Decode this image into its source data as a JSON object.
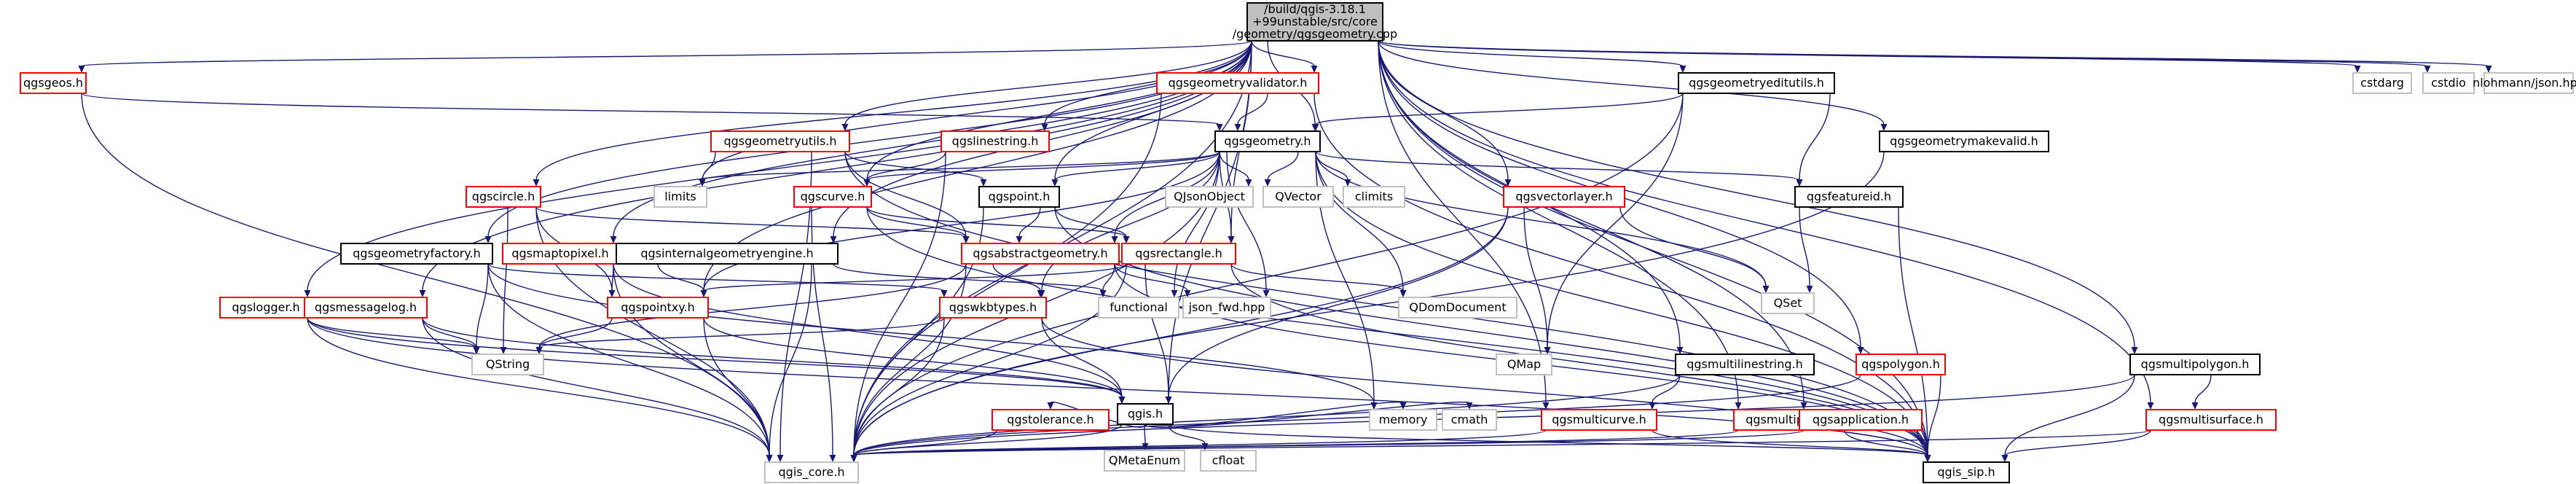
{
  "colors": {
    "root_fill": "#bfbfbf",
    "root_border": "#000000",
    "documented_border": "#000000",
    "truncated_border": "#ff0000",
    "external_border": "#bfbfbf",
    "edge": "#191970",
    "label": "#000000"
  },
  "nodes": [
    {
      "id": "root",
      "kind": "root",
      "lines": [
        "/build/qgis-3.18.1",
        "+99unstable/src/core",
        "/geometry/qgsgeometry.cpp"
      ]
    },
    {
      "id": "qgsgeos",
      "kind": "truncated",
      "lines": [
        "qgsgeos.h"
      ]
    },
    {
      "id": "qgsgeometryvalidator",
      "kind": "truncated",
      "lines": [
        "qgsgeometryvalidator.h"
      ]
    },
    {
      "id": "qgsgeometryeditutils",
      "kind": "documented",
      "lines": [
        "qgsgeometryeditutils.h"
      ]
    },
    {
      "id": "cstdarg",
      "kind": "external",
      "lines": [
        "cstdarg"
      ]
    },
    {
      "id": "cstdio",
      "kind": "external",
      "lines": [
        "cstdio"
      ]
    },
    {
      "id": "json",
      "kind": "external",
      "lines": [
        "nlohmann/json.hpp"
      ]
    },
    {
      "id": "qgsgeometryutils",
      "kind": "truncated",
      "lines": [
        "qgsgeometryutils.h"
      ]
    },
    {
      "id": "qgslinestring",
      "kind": "truncated",
      "lines": [
        "qgslinestring.h"
      ]
    },
    {
      "id": "qgsgeometry",
      "kind": "documented",
      "lines": [
        "qgsgeometry.h"
      ]
    },
    {
      "id": "qgsgeometrymakevalid",
      "kind": "documented",
      "lines": [
        "qgsgeometrymakevalid.h"
      ]
    },
    {
      "id": "qgscircle",
      "kind": "truncated",
      "lines": [
        "qgscircle.h"
      ]
    },
    {
      "id": "limits",
      "kind": "external",
      "lines": [
        "limits"
      ]
    },
    {
      "id": "qgscurve",
      "kind": "truncated",
      "lines": [
        "qgscurve.h"
      ]
    },
    {
      "id": "qgspoint",
      "kind": "documented",
      "lines": [
        "qgspoint.h"
      ]
    },
    {
      "id": "qjsonobject",
      "kind": "external",
      "lines": [
        "QJsonObject"
      ]
    },
    {
      "id": "qvector",
      "kind": "external",
      "lines": [
        "QVector"
      ]
    },
    {
      "id": "climits",
      "kind": "external",
      "lines": [
        "climits"
      ]
    },
    {
      "id": "qgsvectorlayer",
      "kind": "truncated",
      "lines": [
        "qgsvectorlayer.h"
      ]
    },
    {
      "id": "qgsfeatureid",
      "kind": "documented",
      "lines": [
        "qgsfeatureid.h"
      ]
    },
    {
      "id": "qgsgeometryfactory",
      "kind": "documented",
      "lines": [
        "qgsgeometryfactory.h"
      ]
    },
    {
      "id": "qgsmaptopixel",
      "kind": "truncated",
      "lines": [
        "qgsmaptopixel.h"
      ]
    },
    {
      "id": "qgsinternalgeometryengine",
      "kind": "documented",
      "lines": [
        "qgsinternalgeometryengine.h"
      ]
    },
    {
      "id": "qgsabstractgeometry",
      "kind": "truncated",
      "lines": [
        "qgsabstractgeometry.h"
      ]
    },
    {
      "id": "qgsrectangle",
      "kind": "truncated",
      "lines": [
        "qgsrectangle.h"
      ]
    },
    {
      "id": "qset",
      "kind": "external",
      "lines": [
        "QSet"
      ]
    },
    {
      "id": "qgslogger",
      "kind": "truncated",
      "lines": [
        "qgslogger.h"
      ]
    },
    {
      "id": "qgsmessagelog",
      "kind": "truncated",
      "lines": [
        "qgsmessagelog.h"
      ]
    },
    {
      "id": "qgspointxy",
      "kind": "truncated",
      "lines": [
        "qgspointxy.h"
      ]
    },
    {
      "id": "qgswkbtypes",
      "kind": "truncated",
      "lines": [
        "qgswkbtypes.h"
      ]
    },
    {
      "id": "functional",
      "kind": "external",
      "lines": [
        "functional"
      ]
    },
    {
      "id": "json_fwd",
      "kind": "external",
      "lines": [
        "json_fwd.hpp"
      ]
    },
    {
      "id": "qdomdocument",
      "kind": "external",
      "lines": [
        "QDomDocument"
      ]
    },
    {
      "id": "qmap",
      "kind": "external",
      "lines": [
        "QMap"
      ]
    },
    {
      "id": "qgsmultilinestring",
      "kind": "documented",
      "lines": [
        "qgsmultilinestring.h"
      ]
    },
    {
      "id": "qgspolygon",
      "kind": "truncated",
      "lines": [
        "qgspolygon.h"
      ]
    },
    {
      "id": "qgsmultipolygon",
      "kind": "documented",
      "lines": [
        "qgsmultipolygon.h"
      ]
    },
    {
      "id": "qstring",
      "kind": "external",
      "lines": [
        "QString"
      ]
    },
    {
      "id": "qgis",
      "kind": "documented",
      "lines": [
        "qgis.h"
      ]
    },
    {
      "id": "memory",
      "kind": "external",
      "lines": [
        "memory"
      ]
    },
    {
      "id": "cmath",
      "kind": "external",
      "lines": [
        "cmath"
      ]
    },
    {
      "id": "qgsmulticurve",
      "kind": "truncated",
      "lines": [
        "qgsmulticurve.h"
      ]
    },
    {
      "id": "qgsmultipoint",
      "kind": "truncated",
      "lines": [
        "qgsmultipoint.h"
      ]
    },
    {
      "id": "qgsapplication",
      "kind": "truncated",
      "lines": [
        "qgsapplication.h"
      ]
    },
    {
      "id": "qgsmultisurface",
      "kind": "truncated",
      "lines": [
        "qgsmultisurface.h"
      ]
    },
    {
      "id": "qgstolerance",
      "kind": "truncated",
      "lines": [
        "qgstolerance.h"
      ]
    },
    {
      "id": "qmetaenum",
      "kind": "external",
      "lines": [
        "QMetaEnum"
      ]
    },
    {
      "id": "cfloat",
      "kind": "external",
      "lines": [
        "cfloat"
      ]
    },
    {
      "id": "qgis_core",
      "kind": "external",
      "lines": [
        "qgis_core.h"
      ]
    },
    {
      "id": "qgis_sip",
      "kind": "documented",
      "lines": [
        "qgis_sip.h"
      ]
    }
  ],
  "edges": [
    [
      "root",
      "qgsgeos"
    ],
    [
      "root",
      "qgsgeometryvalidator"
    ],
    [
      "root",
      "qgsgeometryeditutils"
    ],
    [
      "root",
      "cstdarg"
    ],
    [
      "root",
      "cstdio"
    ],
    [
      "root",
      "json"
    ],
    [
      "root",
      "qgsgeometry"
    ],
    [
      "root",
      "qgsgeometryutils"
    ],
    [
      "root",
      "qgslinestring"
    ],
    [
      "root",
      "qgscircle"
    ],
    [
      "root",
      "limits"
    ],
    [
      "root",
      "qgscurve"
    ],
    [
      "root",
      "qgspoint"
    ],
    [
      "root",
      "qgsvectorlayer"
    ],
    [
      "root",
      "qgsgeometrymakevalid"
    ],
    [
      "root",
      "qgsgeometryfactory"
    ],
    [
      "root",
      "qgsmaptopixel"
    ],
    [
      "root",
      "qgsinternalgeometryengine"
    ],
    [
      "root",
      "qgsrectangle"
    ],
    [
      "root",
      "qgslogger"
    ],
    [
      "root",
      "qgsmessagelog"
    ],
    [
      "root",
      "qgspointxy"
    ],
    [
      "root",
      "qgis"
    ],
    [
      "root",
      "qgsmultilinestring"
    ],
    [
      "root",
      "qgspolygon"
    ],
    [
      "root",
      "qgsmultipolygon"
    ],
    [
      "root",
      "qgsmultipoint"
    ],
    [
      "root",
      "qgsapplication"
    ],
    [
      "root",
      "qgsmultisurface"
    ],
    [
      "root",
      "qgsmulticurve"
    ],
    [
      "root",
      "qgis_core"
    ],
    [
      "root",
      "qgis_sip"
    ],
    [
      "qgsgeos",
      "qgsgeometry"
    ],
    [
      "qgsgeos",
      "qgis_core"
    ],
    [
      "qgsgeometryvalidator",
      "qgsgeometry"
    ],
    [
      "qgsgeometryvalidator",
      "qgis_core"
    ],
    [
      "qgsgeometryvalidator",
      "qgis_sip"
    ],
    [
      "qgsgeometryeditutils",
      "qgsgeometry"
    ],
    [
      "qgsgeometryeditutils",
      "qgsfeatureid"
    ],
    [
      "qgsgeometryeditutils",
      "qmap"
    ],
    [
      "qgsgeometryeditutils",
      "qgis_core"
    ],
    [
      "qgsgeometryutils",
      "qgspoint"
    ],
    [
      "qgsgeometryutils",
      "qgsabstractgeometry"
    ],
    [
      "qgsgeometryutils",
      "limits"
    ],
    [
      "qgsgeometryutils",
      "qgis_core"
    ],
    [
      "qgsgeometryutils",
      "qgis_sip"
    ],
    [
      "qgslinestring",
      "qgscurve"
    ],
    [
      "qgslinestring",
      "qgis_core"
    ],
    [
      "qgsgeometry",
      "qgsabstractgeometry"
    ],
    [
      "qgsgeometry",
      "qgsfeatureid"
    ],
    [
      "qgsgeometry",
      "qgspoint"
    ],
    [
      "qgsgeometry",
      "qgspointxy"
    ],
    [
      "qgsgeometry",
      "qgsrectangle"
    ],
    [
      "qgsgeometry",
      "qgis_core"
    ],
    [
      "qgsgeometry",
      "qgis_sip"
    ],
    [
      "qgsgeometry",
      "qgswkbtypes"
    ],
    [
      "qgsgeometry",
      "qjsonobject"
    ],
    [
      "qgsgeometry",
      "qvector"
    ],
    [
      "qgsgeometry",
      "climits"
    ],
    [
      "qgsgeometry",
      "limits"
    ],
    [
      "qgsgeometry",
      "qdomdocument"
    ],
    [
      "qgsgeometry",
      "qset"
    ],
    [
      "qgsgeometry",
      "memory"
    ],
    [
      "qgsgeometry",
      "functional"
    ],
    [
      "qgsgeometry",
      "json_fwd"
    ],
    [
      "qgsgeometry",
      "qgscurve"
    ],
    [
      "qgsgeometrymakevalid",
      "qgis_core"
    ],
    [
      "qgscircle",
      "qgsabstractgeometry"
    ],
    [
      "qgscircle",
      "qgspointxy"
    ],
    [
      "qgscircle",
      "qgis_core"
    ],
    [
      "qgscircle",
      "qstring"
    ],
    [
      "qgscurve",
      "qgsabstractgeometry"
    ],
    [
      "qgscurve",
      "qgsrectangle"
    ],
    [
      "qgscurve",
      "qgis_core"
    ],
    [
      "qgscurve",
      "qgis_sip"
    ],
    [
      "qgspoint",
      "qgsabstractgeometry"
    ],
    [
      "qgspoint",
      "qgsrectangle"
    ],
    [
      "qgspoint",
      "qgis_core"
    ],
    [
      "qgspoint",
      "qgis_sip"
    ],
    [
      "qgsvectorlayer",
      "qset"
    ],
    [
      "qgsvectorlayer",
      "qmap"
    ],
    [
      "qgsvectorlayer",
      "qgis"
    ],
    [
      "qgsvectorlayer",
      "qgis_core"
    ],
    [
      "qgsfeatureid",
      "qset"
    ],
    [
      "qgsfeatureid",
      "qgis_sip"
    ],
    [
      "qgsgeometryfactory",
      "qgswkbtypes"
    ],
    [
      "qgsgeometryfactory",
      "qstring"
    ],
    [
      "qgsgeometryfactory",
      "memory"
    ],
    [
      "qgsgeometryfactory",
      "qgis_core"
    ],
    [
      "qgsmaptopixel",
      "qgspointxy"
    ],
    [
      "qgsmaptopixel",
      "qgis"
    ],
    [
      "qgsmaptopixel",
      "qgis_core"
    ],
    [
      "qgsinternalgeometryengine",
      "qgspointxy"
    ],
    [
      "qgsinternalgeometryengine",
      "qgis_core"
    ],
    [
      "qgsinternalgeometryengine",
      "functional"
    ],
    [
      "qgsabstractgeometry",
      "qgswkbtypes"
    ],
    [
      "qgsabstractgeometry",
      "qstring"
    ],
    [
      "qgsabstractgeometry",
      "functional"
    ],
    [
      "qgsabstractgeometry",
      "json_fwd"
    ],
    [
      "qgsabstractgeometry",
      "qgis_core"
    ],
    [
      "qgsabstractgeometry",
      "qgis_sip"
    ],
    [
      "qgsrectangle",
      "qgspointxy"
    ],
    [
      "qgsrectangle",
      "qgis"
    ],
    [
      "qgsrectangle",
      "qdomdocument"
    ],
    [
      "qgsrectangle",
      "qgis_core"
    ],
    [
      "qgsrectangle",
      "qgis_sip"
    ],
    [
      "qgslogger",
      "qstring"
    ],
    [
      "qgslogger",
      "qgis"
    ],
    [
      "qgslogger",
      "qgis_core"
    ],
    [
      "qgslogger",
      "qgis_sip"
    ],
    [
      "qgsmessagelog",
      "qstring"
    ],
    [
      "qgsmessagelog",
      "qgis"
    ],
    [
      "qgsmessagelog",
      "qgis_core"
    ],
    [
      "qgspointxy",
      "qstring"
    ],
    [
      "qgspointxy",
      "qgis"
    ],
    [
      "qgspointxy",
      "qgis_core"
    ],
    [
      "qgswkbtypes",
      "qstring"
    ],
    [
      "qgswkbtypes",
      "qgis"
    ],
    [
      "qgswkbtypes",
      "qgis_core"
    ],
    [
      "qgswkbtypes",
      "qgis_sip"
    ],
    [
      "qgis",
      "qgstolerance"
    ],
    [
      "qgis",
      "qmetaenum"
    ],
    [
      "qgis",
      "cfloat"
    ],
    [
      "qgis",
      "memory"
    ],
    [
      "qgis",
      "cmath"
    ],
    [
      "qgis",
      "qgis_core"
    ],
    [
      "qgis",
      "qgis_sip"
    ],
    [
      "qgsmultilinestring",
      "qgsmulticurve"
    ],
    [
      "qgsmultilinestring",
      "qgis_core"
    ],
    [
      "qgspolygon",
      "qgis_core"
    ],
    [
      "qgspolygon",
      "qgis_sip"
    ],
    [
      "qgsmultipolygon",
      "qgsmultisurface"
    ],
    [
      "qgsmultipolygon",
      "qgis_core"
    ],
    [
      "qgsmultipolygon",
      "qgis_sip"
    ],
    [
      "qgsmulticurve",
      "qgis_core"
    ],
    [
      "qgsmulticurve",
      "qgis_sip"
    ],
    [
      "qgsmultipoint",
      "qgis_core"
    ],
    [
      "qgsmultipoint",
      "qgis_sip"
    ],
    [
      "qgsapplication",
      "qgis_core"
    ],
    [
      "qgsapplication",
      "qgis_sip"
    ],
    [
      "qgsmultisurface",
      "qgis_core"
    ],
    [
      "qgsmultisurface",
      "qgis_sip"
    ],
    [
      "qgstolerance",
      "qgis_core"
    ]
  ]
}
